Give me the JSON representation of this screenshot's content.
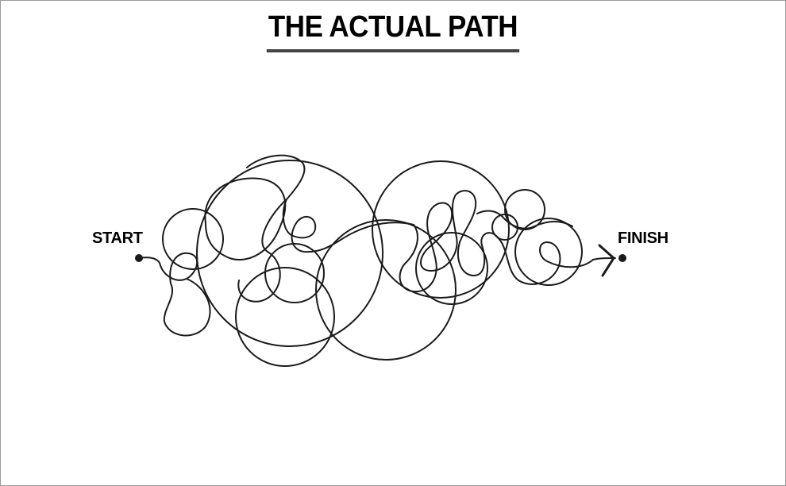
{
  "title": "THE ACTUAL PATH",
  "start_label": "START",
  "finish_label": "FINISH",
  "colors": {
    "title": "#444444",
    "line": "#1a1a1a",
    "border": "#9a9a9a",
    "background": "#ffffff"
  }
}
